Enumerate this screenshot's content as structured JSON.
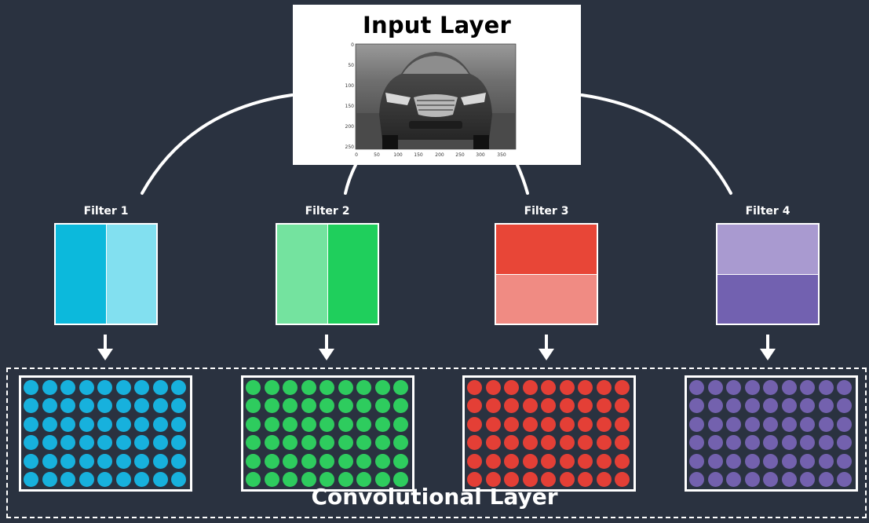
{
  "input_layer": {
    "title": "Input Layer",
    "plot": {
      "x_ticks": [
        "0",
        "50",
        "100",
        "150",
        "200",
        "250",
        "300",
        "350"
      ],
      "y_ticks": [
        "0",
        "50",
        "100",
        "150",
        "200",
        "250"
      ]
    }
  },
  "filters": [
    {
      "label": "Filter 1",
      "orientation": "vertical",
      "colors": [
        "#0cb9dc",
        "#82e0f0"
      ],
      "dot_color": "#17b1dd"
    },
    {
      "label": "Filter 2",
      "orientation": "vertical",
      "colors": [
        "#74e39f",
        "#1fcf5c"
      ],
      "dot_color": "#2ecc5e"
    },
    {
      "label": "Filter 3",
      "orientation": "horizontal",
      "colors": [
        "#e84637",
        "#f08b83"
      ],
      "dot_color": "#e43f36"
    },
    {
      "label": "Filter 4",
      "orientation": "horizontal",
      "colors": [
        "#a99ad0",
        "#7261b0"
      ],
      "dot_color": "#7361ae"
    }
  ],
  "conv_layer": {
    "title": "Convolutional Layer",
    "rows": 6,
    "cols": 9
  },
  "colors": {
    "background": "#2a3240",
    "line": "#ffffff"
  }
}
